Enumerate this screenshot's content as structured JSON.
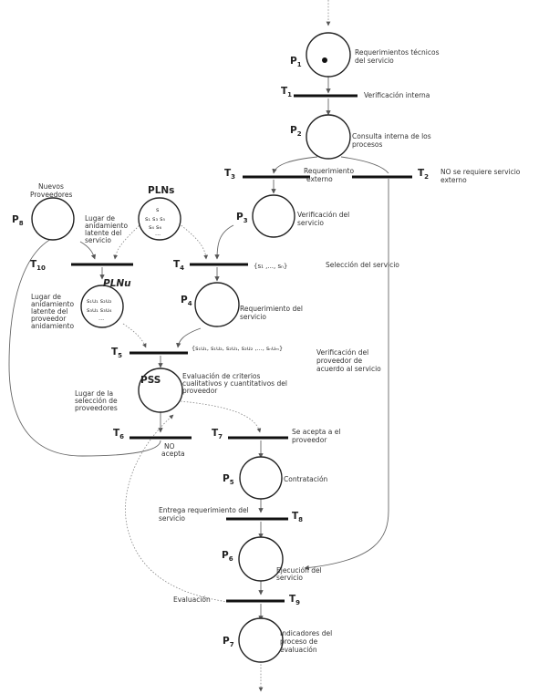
{
  "places": {
    "p1": {
      "label": "P",
      "sub": "1",
      "desc": [
        "Requerimientos técnicos",
        "del servicio"
      ]
    },
    "p2": {
      "label": "P",
      "sub": "2",
      "desc": [
        "Consulta interna de los",
        "procesos"
      ]
    },
    "p3": {
      "label": "P",
      "sub": "3",
      "desc": [
        "Verificación del",
        "servicio"
      ]
    },
    "p4": {
      "label": "P",
      "sub": "4",
      "desc": [
        "Requerimiento del",
        "servicio"
      ]
    },
    "p5": {
      "label": "P",
      "sub": "5",
      "desc": [
        "Contratación"
      ]
    },
    "p6": {
      "label": "P",
      "sub": "6",
      "desc": [
        "Ejecución del",
        "servicio"
      ]
    },
    "p7": {
      "label": "P",
      "sub": "7",
      "desc": [
        "Indicadores del",
        "proceso de",
        "evaluación"
      ]
    },
    "p8": {
      "label": "P",
      "sub": "8",
      "top": [
        "Nuevos",
        "Proveedores"
      ]
    },
    "pss": {
      "label": "PSS",
      "desc": [
        "Evaluación de criterios",
        "cualitativos y cuantitativos del",
        "proveedor"
      ],
      "left": [
        "Lugar de la",
        "selección de",
        "proveedores"
      ]
    },
    "plns": {
      "label": "PLNs",
      "tokens": [
        "s",
        "s₁ s₃ s₅",
        "s₄ s₆",
        "..."
      ],
      "left": [
        "Lugar de",
        "anidamiento",
        "latente del",
        "servicio"
      ]
    },
    "plnu": {
      "label": "PLNu",
      "tokens": [
        "s₁u₁ s₂u₂",
        "s₃u₁ s₃u₄",
        "..."
      ],
      "left": [
        "Lugar de",
        "anidamiento",
        "latente del",
        "proveedor",
        "anidamiento"
      ]
    }
  },
  "transitions": {
    "t1": {
      "label": "T",
      "sub": "1",
      "desc": [
        "Verificación interna"
      ]
    },
    "t2": {
      "label": "T",
      "sub": "2",
      "desc": [
        "NO se requiere servicio",
        "externo"
      ]
    },
    "t3": {
      "label": "T",
      "sub": "3",
      "desc": [
        "Requerimiento",
        "externo"
      ]
    },
    "t4": {
      "label": "T",
      "sub": "4",
      "desc": [
        "Selección del servicio"
      ],
      "set": "{s₁ ,..., sₙ}"
    },
    "t5": {
      "label": "T",
      "sub": "5",
      "desc": [
        "Verificación del",
        "proveedor de",
        "acuerdo al servicio"
      ],
      "set": "{s₁u₁, s₁u₂, s₂u₁, s₂u₂ ,..., sₙuₘ}"
    },
    "t6": {
      "label": "T",
      "sub": "6",
      "desc": [
        "NO",
        "acepta"
      ]
    },
    "t7": {
      "label": "T",
      "sub": "7",
      "desc": [
        "Se acepta a el",
        "proveedor"
      ]
    },
    "t8": {
      "label": "T",
      "sub": "8",
      "desc": [
        "Entrega requerimiento del",
        "servicio"
      ]
    },
    "t9": {
      "label": "T",
      "sub": "9",
      "desc": [
        "Evaluación"
      ]
    },
    "t10": {
      "label": "T",
      "sub": "10"
    }
  }
}
